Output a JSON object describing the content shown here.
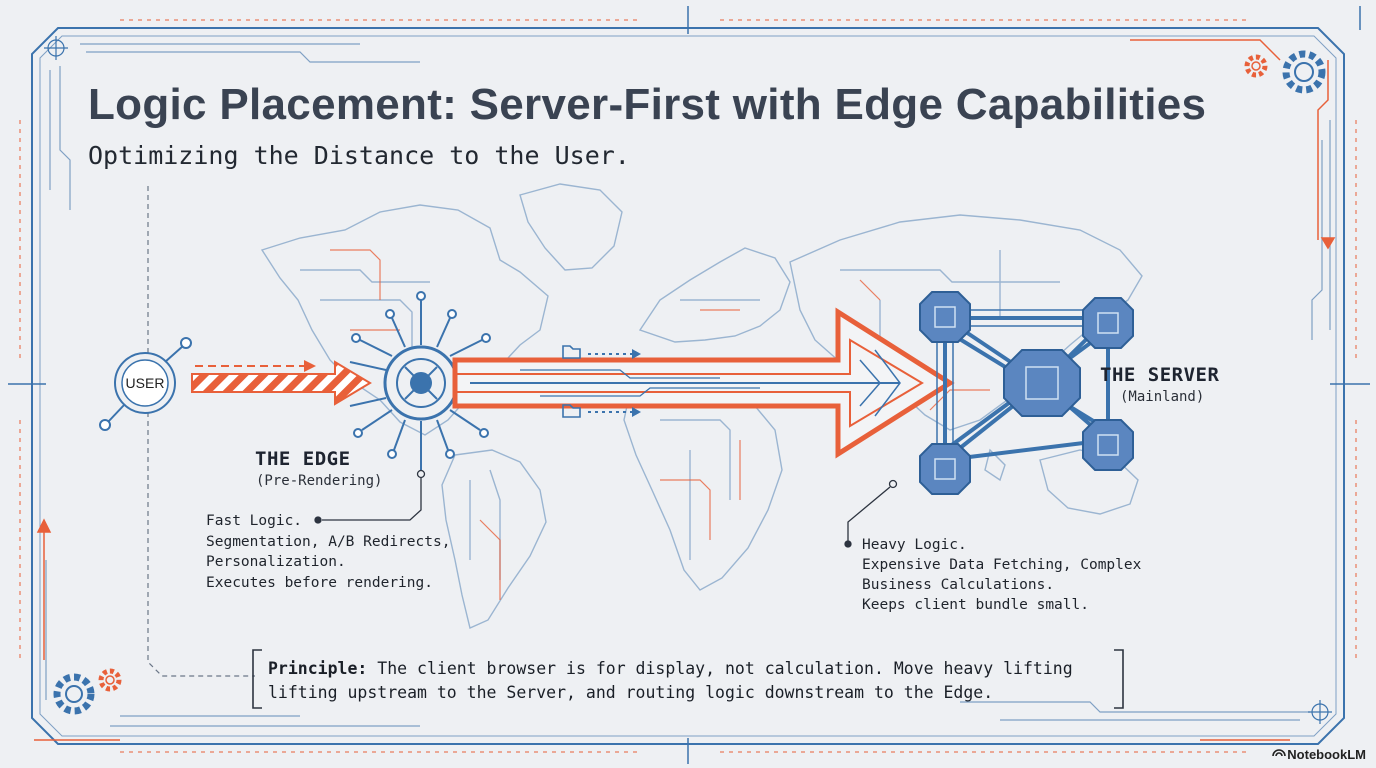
{
  "header": {
    "title": "Logic Placement: Server-First with Edge Capabilities",
    "subtitle": "Optimizing the Distance to the User."
  },
  "user": {
    "label": "USER"
  },
  "edge": {
    "title": "THE EDGE",
    "subtitle": "(Pre-Rendering)",
    "lines": [
      "Fast Logic.",
      "Segmentation, A/B Redirects,",
      "Personalization.",
      "Executes before rendering."
    ]
  },
  "server": {
    "title": "THE SERVER",
    "subtitle": "(Mainland)",
    "lines": [
      "Heavy Logic.",
      "Expensive Data Fetching, Complex",
      "Business Calculations.",
      "Keeps client bundle small."
    ]
  },
  "principle": {
    "label": "Principle:",
    "line1": "The client browser is for display, not calculation. Move heavy lifting",
    "line2": "lifting upstream to the Server, and routing logic downstream to the Edge."
  },
  "brand": {
    "name": "NotebookLM"
  },
  "colors": {
    "accent": "#e8603a",
    "blue": "#3b73ad",
    "map": "#9bb5d1",
    "ink": "#3a4352",
    "background": "#eef0f3"
  },
  "icons": [
    "folder-icon",
    "gear-icon",
    "crosshair-icon",
    "server-chip-icon",
    "hub-icon"
  ]
}
